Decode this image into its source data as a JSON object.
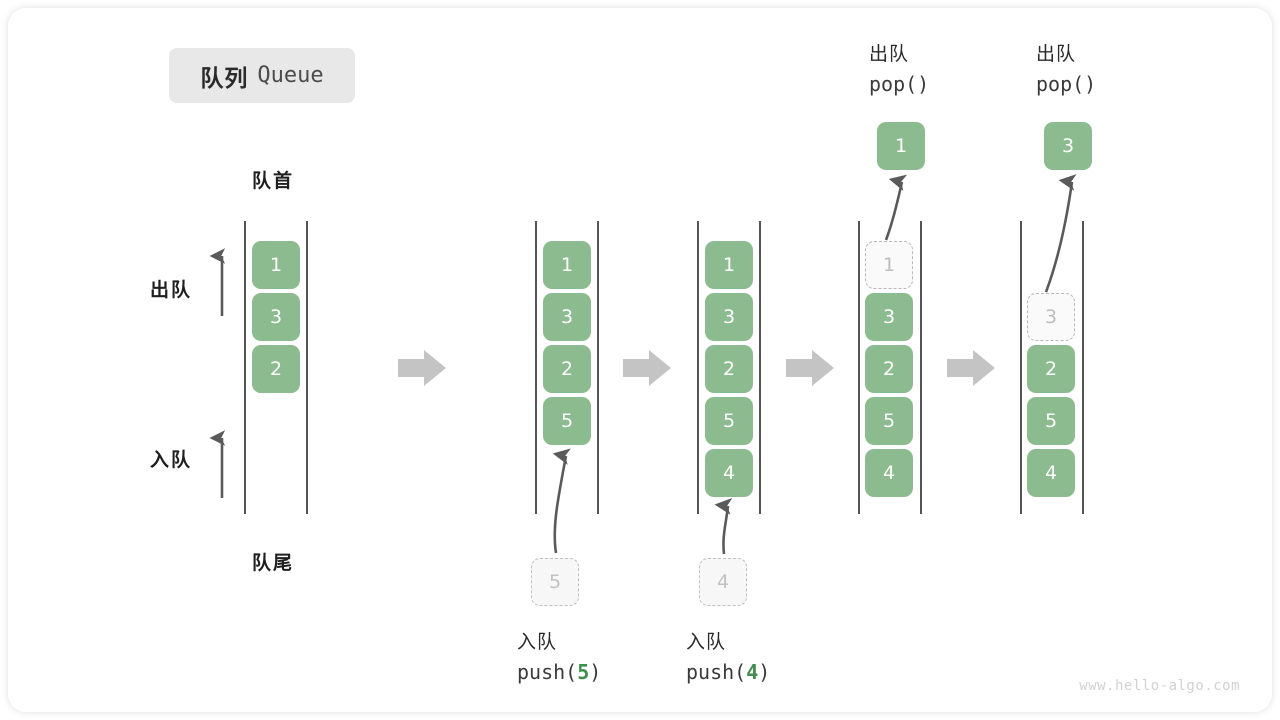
{
  "title": {
    "cn": "队列",
    "en": "Queue"
  },
  "labels": {
    "head": "队首",
    "tail": "队尾",
    "dequeue": "出队",
    "enqueue": "入队"
  },
  "colors": {
    "cell_fill": "#8cbb8f",
    "cell_text": "#ffffff",
    "ghost_border": "#b8b8b8",
    "ghost_text": "#bdbdbd",
    "rail": "#555555",
    "arrow": "#5a5a5a",
    "step_arrow": "#c4c4c4",
    "accent_number": "#3e8e4d",
    "badge_bg": "#e8e8e8",
    "watermark": "#d2d2d2"
  },
  "watermark": "www.hello-algo.com",
  "columns": [
    {
      "id": "initial",
      "cells": [
        {
          "value": "1",
          "state": "filled"
        },
        {
          "value": "3",
          "state": "filled"
        },
        {
          "value": "2",
          "state": "filled"
        }
      ],
      "caption_cn": "",
      "caption_code": "",
      "caption_arg": "",
      "top_label_cn": "",
      "top_label_code": "",
      "detached": null
    },
    {
      "id": "push-5",
      "cells": [
        {
          "value": "1",
          "state": "filled"
        },
        {
          "value": "3",
          "state": "filled"
        },
        {
          "value": "2",
          "state": "filled"
        },
        {
          "value": "5",
          "state": "filled"
        }
      ],
      "caption_cn": "入队",
      "caption_code_prefix": "push(",
      "caption_arg": "5",
      "caption_code_suffix": ")",
      "detached": {
        "value": "5",
        "state": "detached"
      }
    },
    {
      "id": "push-4",
      "cells": [
        {
          "value": "1",
          "state": "filled"
        },
        {
          "value": "3",
          "state": "filled"
        },
        {
          "value": "2",
          "state": "filled"
        },
        {
          "value": "5",
          "state": "filled"
        },
        {
          "value": "4",
          "state": "filled"
        }
      ],
      "caption_cn": "入队",
      "caption_code_prefix": "push(",
      "caption_arg": "4",
      "caption_code_suffix": ")",
      "detached": {
        "value": "4",
        "state": "detached"
      }
    },
    {
      "id": "pop-1",
      "cells": [
        {
          "value": "1",
          "state": "ghost"
        },
        {
          "value": "3",
          "state": "filled"
        },
        {
          "value": "2",
          "state": "filled"
        },
        {
          "value": "5",
          "state": "filled"
        },
        {
          "value": "4",
          "state": "filled"
        }
      ],
      "top_label_cn": "出队",
      "top_label_code": "pop()",
      "popped": {
        "value": "1",
        "state": "filled"
      }
    },
    {
      "id": "pop-3",
      "cells": [
        {
          "value": "3",
          "state": "ghost"
        },
        {
          "value": "2",
          "state": "filled"
        },
        {
          "value": "5",
          "state": "filled"
        },
        {
          "value": "4",
          "state": "filled"
        }
      ],
      "top_label_cn": "出队",
      "top_label_code": "pop()",
      "popped": {
        "value": "3",
        "state": "filled"
      }
    }
  ]
}
